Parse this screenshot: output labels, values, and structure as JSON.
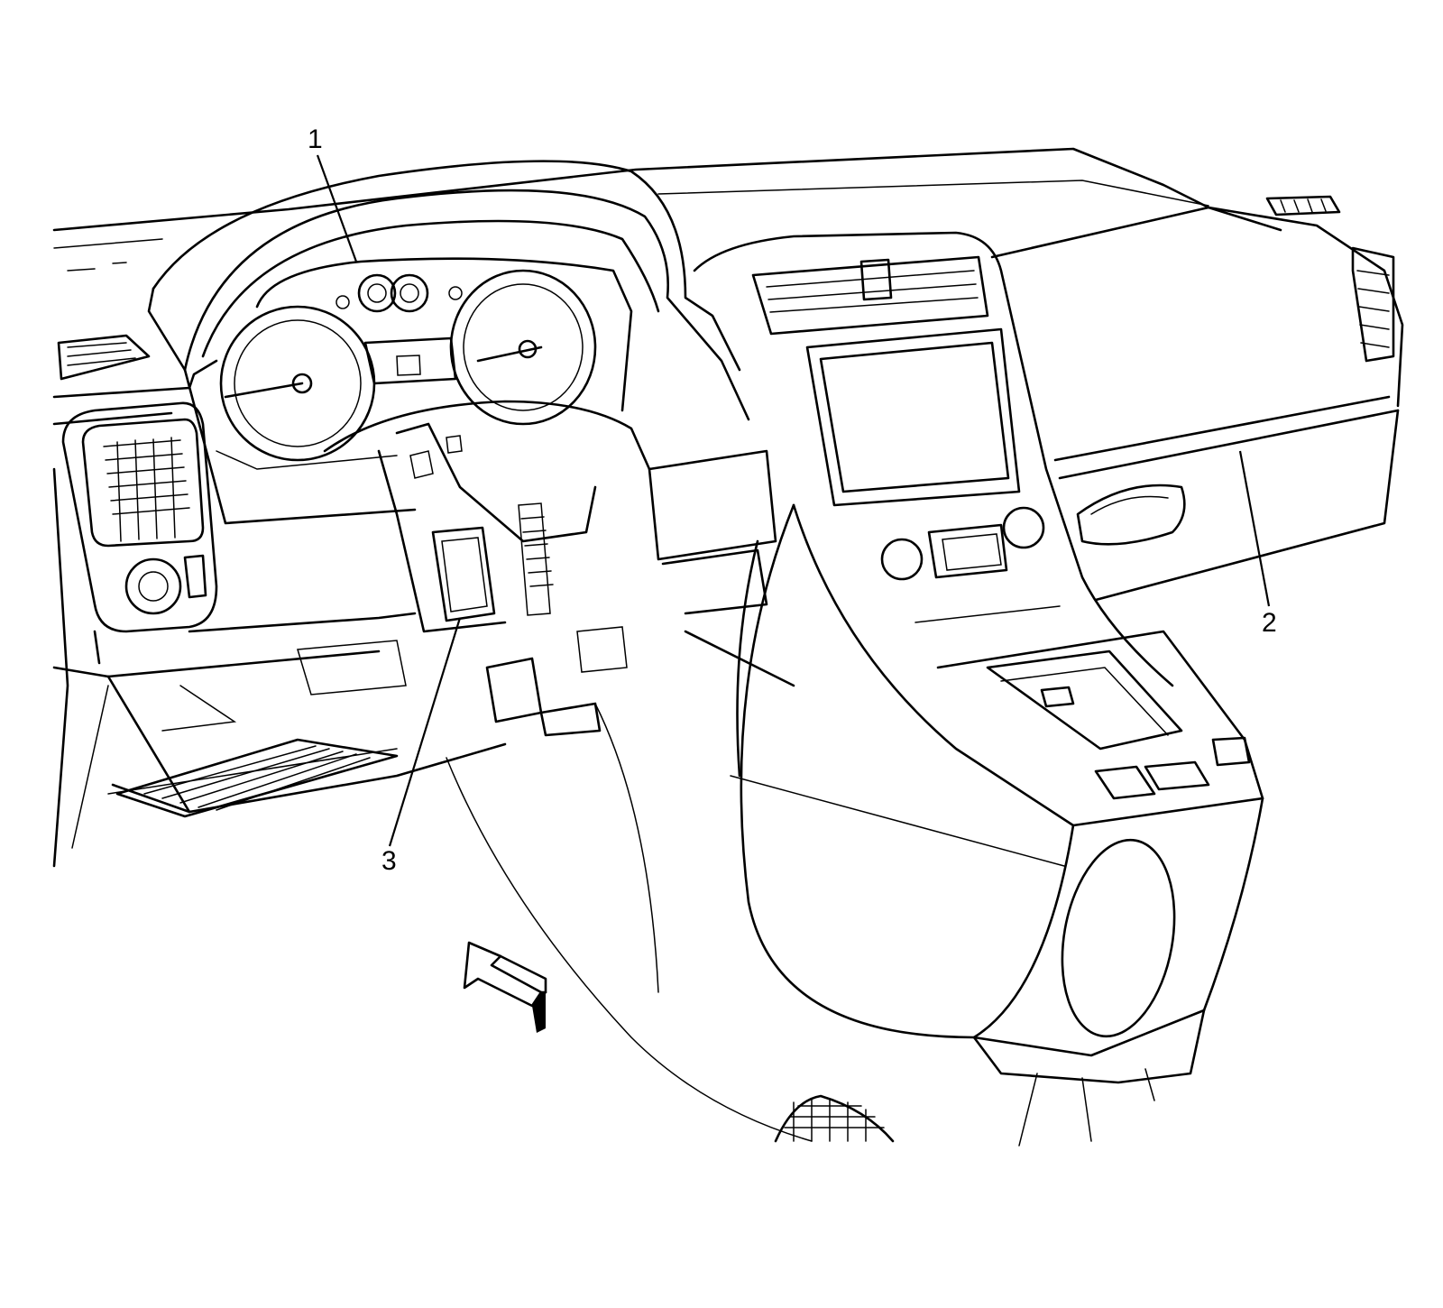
{
  "diagram": {
    "callouts": [
      {
        "id": "1",
        "label": "1"
      },
      {
        "id": "2",
        "label": "2"
      },
      {
        "id": "3",
        "label": "3"
      }
    ],
    "icons": {
      "direction_arrow": "front-direction-arrow-icon"
    },
    "colors": {
      "line": "#000000",
      "background": "#ffffff"
    }
  }
}
